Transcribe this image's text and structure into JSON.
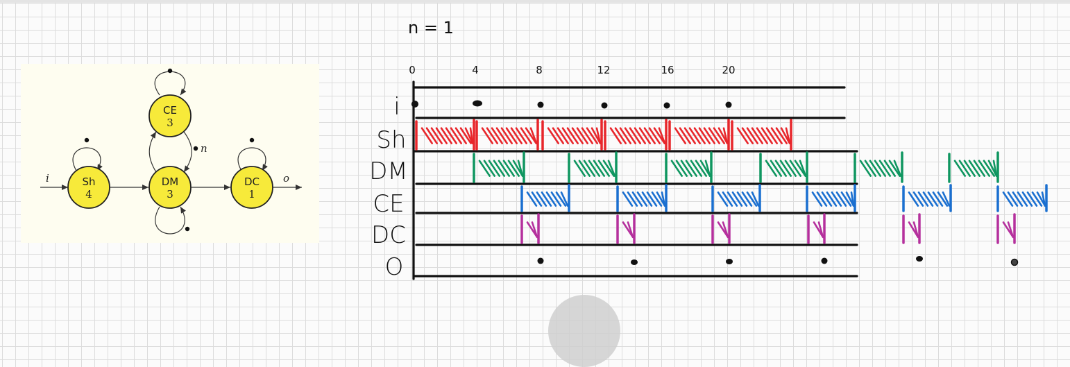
{
  "colors": {
    "panel": "#fefdf0",
    "state_fill": "#f7ea3a",
    "Sh": "#e8262b",
    "DM": "#0f9660",
    "CE": "#1a6fd0",
    "DC": "#b5309d"
  },
  "graph": {
    "states": {
      "sh": {
        "name": "Sh",
        "count": "4"
      },
      "ce": {
        "name": "CE",
        "count": "3"
      },
      "dm": {
        "name": "DM",
        "count": "3"
      },
      "dc": {
        "name": "DC",
        "count": "1"
      }
    },
    "input_label": "i",
    "output_label": "o",
    "feedback_label": "n"
  },
  "timeline": {
    "title": "n = 1",
    "ticks": [
      "0",
      "4",
      "8",
      "12",
      "16",
      "20"
    ],
    "rows": [
      "i",
      "Sh",
      "DM",
      "CE",
      "DC",
      "O"
    ]
  }
}
